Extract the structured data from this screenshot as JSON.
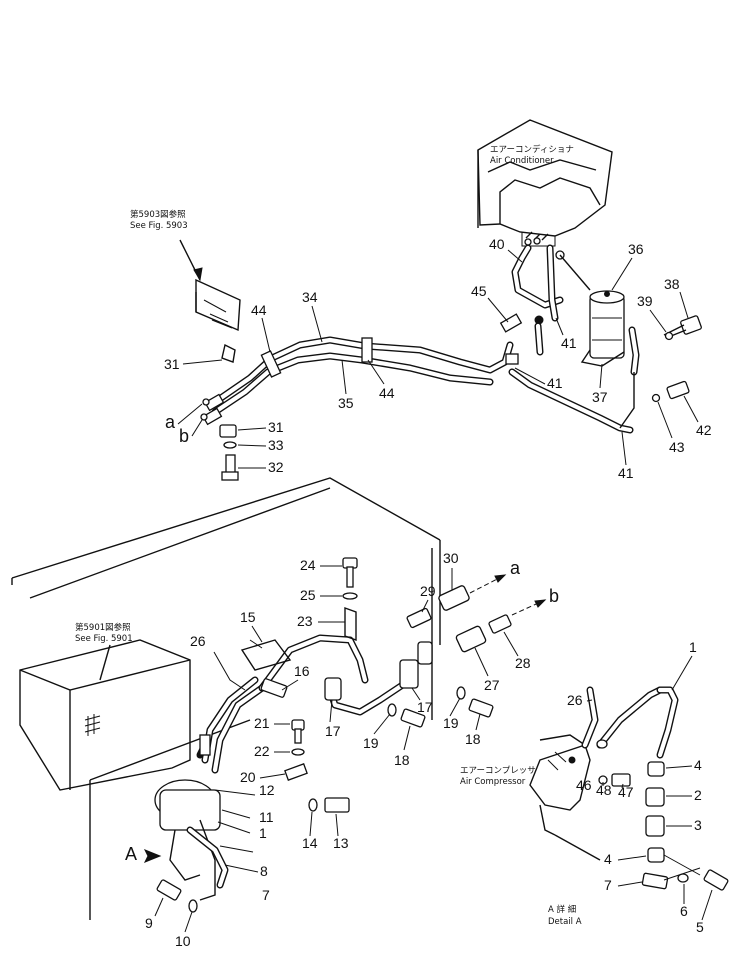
{
  "notes": {
    "fig5903_jp": "第5903図参照",
    "fig5903_en": "See Fig. 5903",
    "fig5901_jp": "第5901図参照",
    "fig5901_en": "See Fig. 5901",
    "aircon_jp": "エアーコンディショナ",
    "aircon_en": "Air Conditioner",
    "compressor_jp": "エアーコンプレッサ",
    "compressor_en": "Air Compressor",
    "detail_jp": "A 詳 細",
    "detail_en": "Detail A",
    "view_a": "A"
  },
  "callouts": {
    "n1": "1",
    "n2": "2",
    "n3": "3",
    "n4": "4",
    "n5": "5",
    "n6": "6",
    "n7": "7",
    "n8": "8",
    "n9": "9",
    "n10": "10",
    "n11": "11",
    "n12": "12",
    "n13": "13",
    "n14": "14",
    "n15": "15",
    "n16": "16",
    "n17": "17",
    "n18": "18",
    "n19": "19",
    "n20": "20",
    "n21": "21",
    "n22": "22",
    "n23": "23",
    "n24": "24",
    "n25": "25",
    "n26": "26",
    "n27": "27",
    "n28": "28",
    "n29": "29",
    "n30": "30",
    "n31": "31",
    "n32": "32",
    "n33": "33",
    "n34": "34",
    "n35": "35",
    "n36": "36",
    "n37": "37",
    "n38": "38",
    "n39": "39",
    "n40": "40",
    "n41": "41",
    "n42": "42",
    "n43": "43",
    "n44": "44",
    "n45": "45",
    "n46": "46",
    "n47": "47",
    "n48": "48",
    "a": "a",
    "b": "b"
  }
}
